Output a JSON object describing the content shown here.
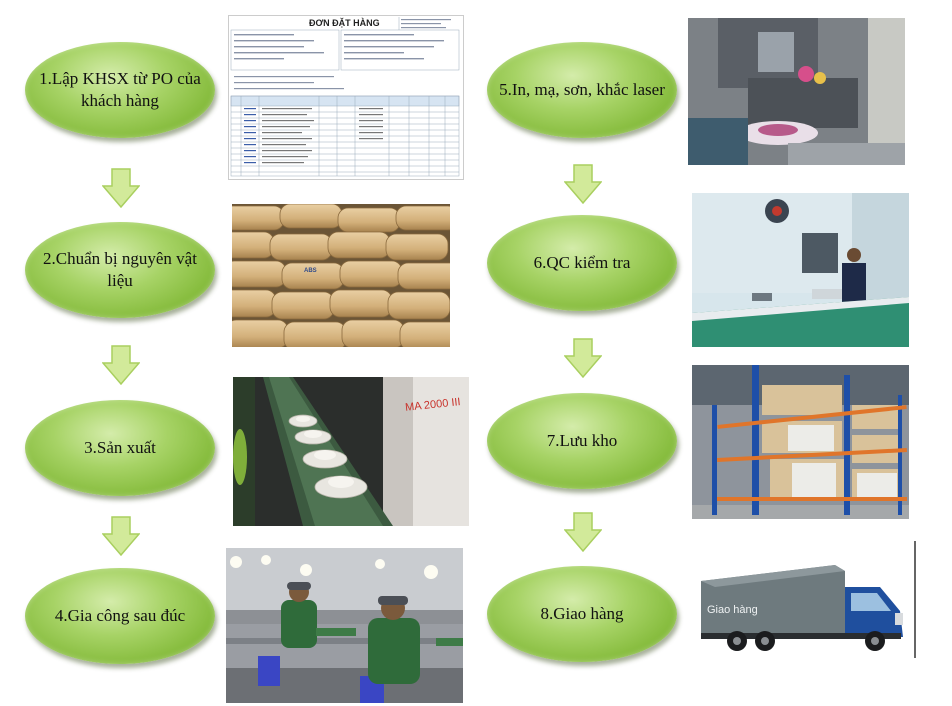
{
  "steps": [
    {
      "label": "1.Lập KHSX từ PO của khách hàng"
    },
    {
      "label": "2.Chuẩn bị nguyên vật liệu"
    },
    {
      "label": "3.Sản xuất"
    },
    {
      "label": "4.Gia công sau đúc"
    },
    {
      "label": "5.In, mạ, sơn, khắc laser"
    },
    {
      "label": "6.QC kiểm tra"
    },
    {
      "label": "7.Lưu kho"
    },
    {
      "label": "8.Giao hàng"
    }
  ],
  "photos": {
    "po_document": {
      "title": "ĐƠN ĐẶT HÀNG"
    },
    "raw_material": {
      "bag_text": "ABS"
    },
    "production": {
      "machine_text": "MA 2000 III"
    },
    "delivery": {
      "truck_text": "Giao hàng"
    }
  },
  "colors": {
    "node_fill": "#8fc44a",
    "node_dark": "#6d9e2d",
    "arrow_fill": "#d2ea9a",
    "arrow_stroke": "#a9cf5f"
  }
}
